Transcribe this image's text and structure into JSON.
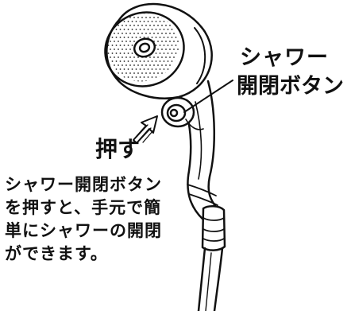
{
  "callout": {
    "line1": "シャワー",
    "line2": "開閉ボタン"
  },
  "push_label": "押す",
  "description": {
    "lines": [
      "シャワー開閉ボタン",
      "を押すと、手元で簡",
      "単にシャワーの開閉",
      "ができます。"
    ]
  },
  "icons": [
    "shower-head-icon",
    "push-arrow-icon"
  ],
  "colors": {
    "line": "#111111",
    "background": "#ffffff"
  }
}
